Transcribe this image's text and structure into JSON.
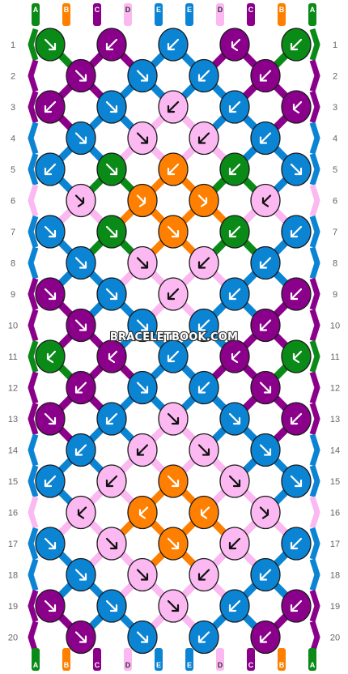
{
  "watermark": "BRACELETBOOK.COM",
  "colors": {
    "A": "#0a8a16",
    "B": "#ff7f00",
    "C": "#8b008b",
    "D": "#fbb8f1",
    "E": "#0b84d4"
  },
  "top_strings": [
    "A",
    "B",
    "C",
    "D",
    "E",
    "E",
    "D",
    "C",
    "B",
    "A"
  ],
  "bottom_strings": [
    "A",
    "B",
    "C",
    "D",
    "E",
    "E",
    "D",
    "C",
    "B",
    "A"
  ],
  "row_labels": [
    "1",
    "2",
    "3",
    "4",
    "5",
    "6",
    "7",
    "8",
    "9",
    "10",
    "11",
    "12",
    "13",
    "14",
    "15",
    "16",
    "17",
    "18",
    "19",
    "20"
  ],
  "knots": [
    [
      "A:f",
      "C:b",
      "E:b",
      "C:bf",
      "A:b"
    ],
    [
      "C:f",
      "E:f",
      "E:b",
      "C:b"
    ],
    [
      "C:b",
      "E:f",
      "D:b",
      "E:b",
      "C:bf"
    ],
    [
      "E:f",
      "D:f",
      "D:b",
      "E:b"
    ],
    [
      "E:b",
      "A:f",
      "B:b",
      "A:b",
      "E:f"
    ],
    [
      "D:fb",
      "B:fb",
      "B:fb",
      "D:bf"
    ],
    [
      "E:f",
      "A:f",
      "B:f",
      "A:b",
      "E:b"
    ],
    [
      "E:f",
      "D:f",
      "D:b",
      "E:b"
    ],
    [
      "C:f",
      "E:f",
      "D:b",
      "E:b",
      "C:b"
    ],
    [
      "C:f",
      "E:f",
      "E:b",
      "C:b"
    ],
    [
      "A:bf",
      "C:bf",
      "E:b",
      "C:bf",
      "A:bf"
    ],
    [
      "C:b",
      "E:f",
      "E:b",
      "C:f"
    ],
    [
      "C:f",
      "E:b",
      "D:f",
      "E:f",
      "C:b"
    ],
    [
      "E:b",
      "D:b",
      "D:f",
      "E:f"
    ],
    [
      "E:b",
      "D:b",
      "B:f",
      "D:f",
      "E:f"
    ],
    [
      "D:bf",
      "B:bf",
      "B:bf",
      "D:fb"
    ],
    [
      "E:f",
      "D:f",
      "B:f",
      "D:b",
      "E:b"
    ],
    [
      "E:f",
      "D:f",
      "D:b",
      "E:b"
    ],
    [
      "C:f",
      "E:f",
      "D:f",
      "E:b",
      "C:b"
    ],
    [
      "C:f",
      "E:f",
      "E:b",
      "C:b"
    ]
  ]
}
